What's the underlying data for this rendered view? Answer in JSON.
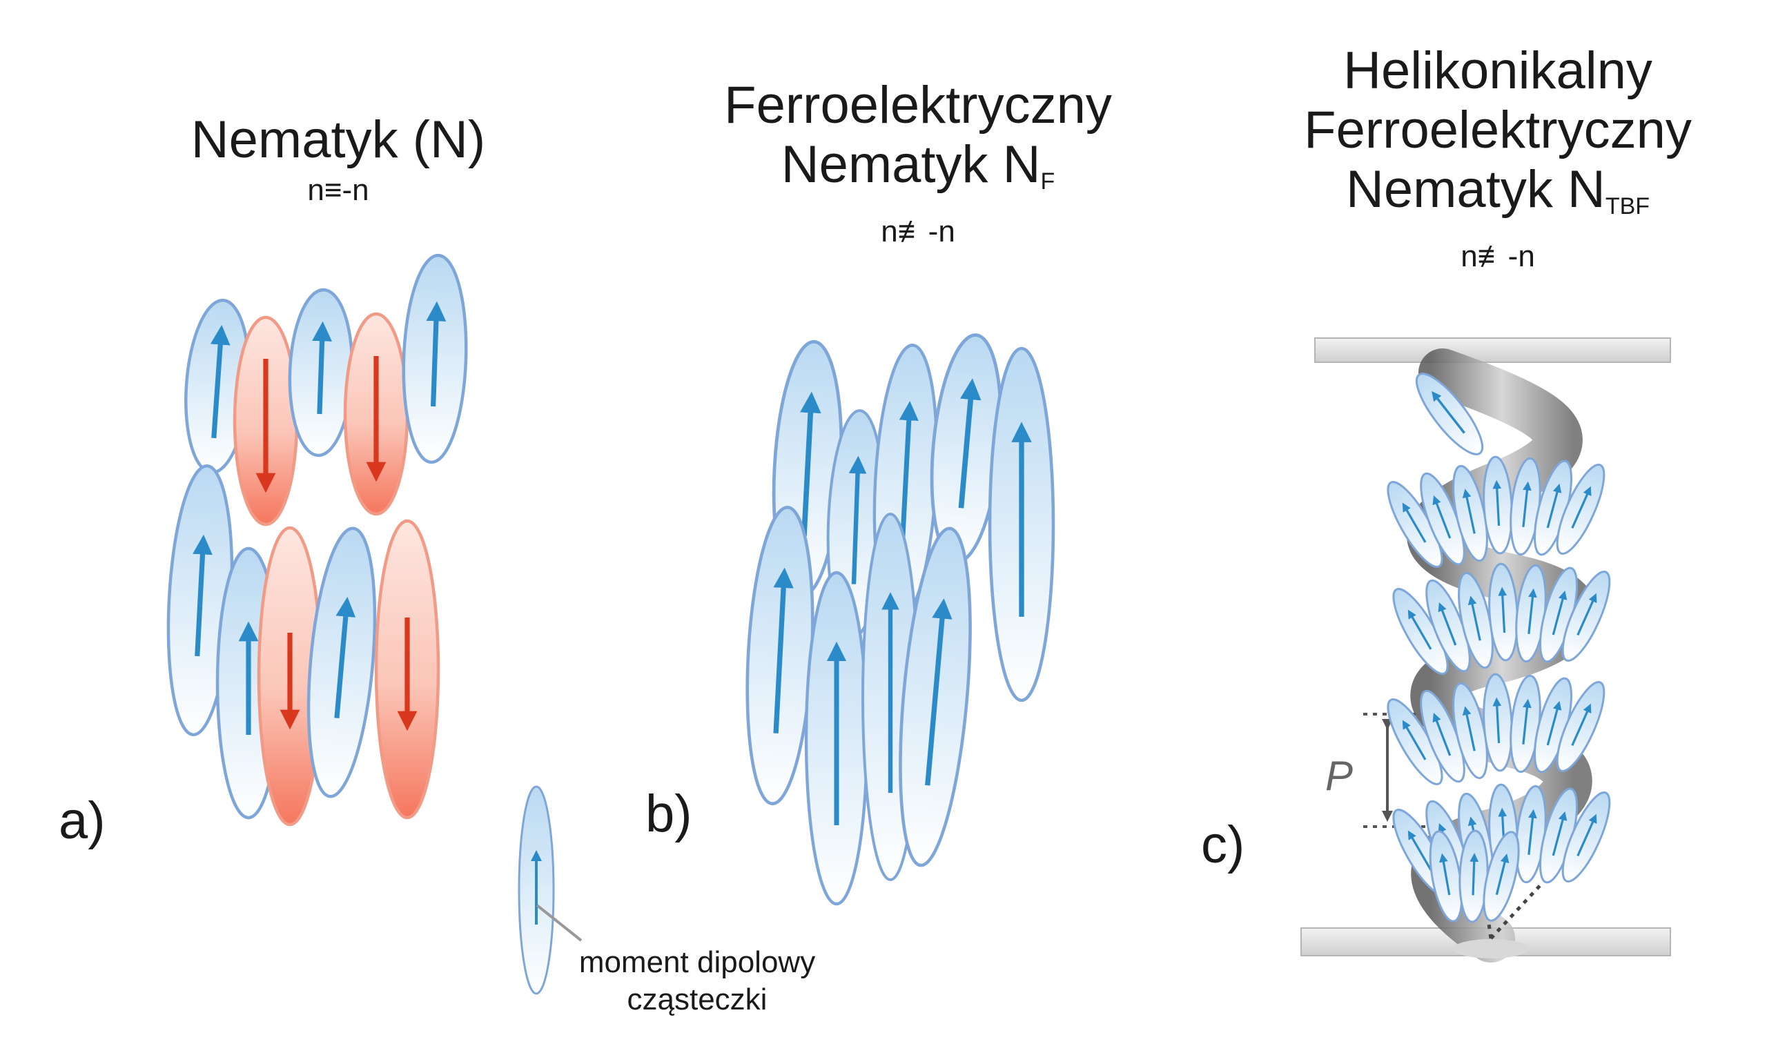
{
  "panels": [
    {
      "label": "a)",
      "title_lines": [
        "Nematyk (N)"
      ],
      "title_subscript": "",
      "relation": "n≡-n"
    },
    {
      "label": "b)",
      "title_lines": [
        "Ferroelektryczny",
        "Nematyk N"
      ],
      "title_subscript": "F",
      "relation": "n≢-n"
    },
    {
      "label": "c)",
      "title_lines": [
        "Helikonikalny",
        "Ferroelektryczny",
        "Nematyk N"
      ],
      "title_subscript": "TBF",
      "relation": "n≢-n"
    }
  ],
  "dipole_caption": [
    "moment dipolowy",
    "cząsteczki"
  ],
  "pitch_label": "P",
  "colors": {
    "blue_fill_top": "#b9d9f2",
    "blue_fill_bottom": "#ffffff",
    "blue_stroke": "#7fa6d8",
    "blue_arrow": "#2b8ac8",
    "red_fill_top": "#fde2dc",
    "red_fill_bottom": "#f5775e",
    "red_stroke": "#f19a86",
    "red_arrow": "#d9381e"
  }
}
